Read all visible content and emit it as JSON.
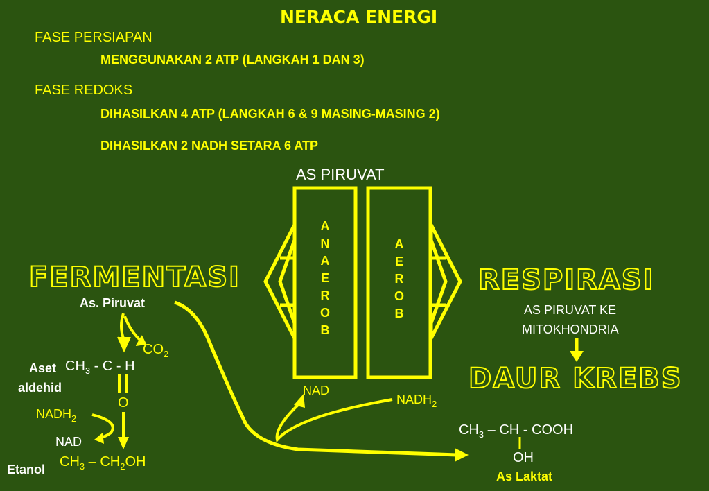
{
  "title": "NERACA ENERGI",
  "phases": [
    {
      "name": "FASE PERSIAPAN",
      "details": [
        "MENGGUNAKAN 2 ATP (LANGKAH 1 DAN 3)"
      ]
    },
    {
      "name": "FASE REDOKS",
      "details": [
        "DIHASILKAN 4 ATP (LANGKAH 6 & 9 MASING-MASING 2)",
        "DIHASILKAN 2 NADH SETARA 6 ATP"
      ]
    }
  ],
  "center": {
    "top_label": "AS PIRUVAT",
    "left_column": [
      "A",
      "N",
      "A",
      "E",
      "R",
      "O",
      "B"
    ],
    "right_column": [
      "A",
      "E",
      "R",
      "O",
      "B"
    ]
  },
  "fermentasi": {
    "heading": "FERMENTASI",
    "start": "As. Piruvat",
    "co2_main": "CO",
    "co2_sub": "2",
    "aset_name_1": "Aset",
    "aset_name_2": "aldehid",
    "aset_formula": {
      "ch": "CH",
      "ch_sub": "3",
      "rest": " - C - H"
    },
    "oxygen": "O",
    "nadh2_main": "NADH",
    "nadh2_sub": "2",
    "nad": "NAD",
    "etanol_name": "Etanol",
    "etanol_formula": {
      "ch": "CH",
      "ch_sub": "3",
      "mid": " – CH",
      "mid_sub": "2",
      "end": "OH"
    }
  },
  "respirasi": {
    "heading": "RESPIRASI",
    "line1": "AS PIRUVAT KE",
    "line2": "MITOKHONDRIA",
    "daur": "DAUR KREBS"
  },
  "bottom": {
    "nad": "NAD",
    "nadh2_main": "NADH",
    "nadh2_sub": "2",
    "laktat_formula": {
      "ch": "CH",
      "ch_sub": "3",
      "rest": " – CH - COOH"
    },
    "oh": "OH",
    "laktat_name": "As Laktat"
  },
  "colors": {
    "background": "#2b5410",
    "accent": "#ffff00",
    "text": "#ffffff"
  }
}
